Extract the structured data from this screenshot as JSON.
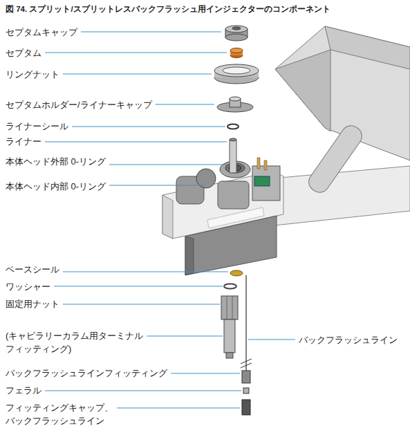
{
  "diagram": {
    "title": "図 74. スプリット/スプリットレスバックフラッシュ用インジェクターのコンポーネント",
    "labels": [
      "セプタムキャップ",
      "セプタム",
      "リングナット",
      "セプタムホルダー/ライナーキャップ",
      "ライナーシール",
      "ライナー",
      "本体ヘッド外部 0-リング",
      "本体ヘッド内部 0-リング",
      "ベースシール",
      "ワッシャー",
      "固定用ナット",
      "(キャピラリーカラム用ターミナル フィッティング)",
      "バックフラッシュライン",
      "バックフラッシュラインフィッティング",
      "フェラル",
      "フィッティングキャップ、 バックフラッシュライン"
    ]
  }
}
